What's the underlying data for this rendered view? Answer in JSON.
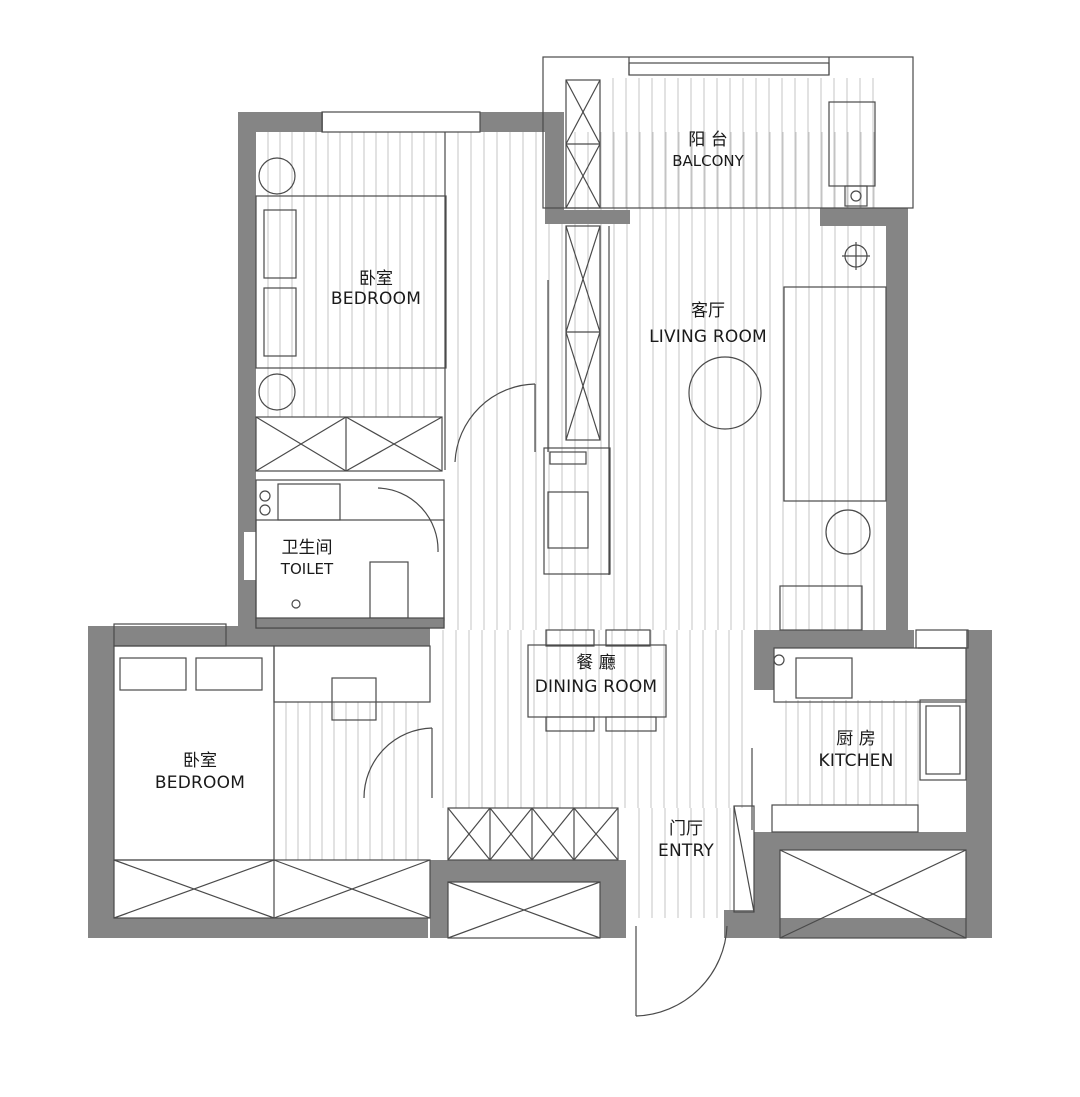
{
  "plan": {
    "rooms": {
      "balcony": {
        "cn": "阳 台",
        "en": "BALCONY"
      },
      "bedroom_top": {
        "cn": "卧室",
        "en": "BEDROOM"
      },
      "living": {
        "cn": "客厅",
        "en": "LIVING ROOM"
      },
      "toilet": {
        "cn": "卫生间",
        "en": "TOILET"
      },
      "dining": {
        "cn": "餐 廳",
        "en": "DINING ROOM"
      },
      "bedroom_bot": {
        "cn": "卧室",
        "en": "BEDROOM"
      },
      "kitchen": {
        "cn": "厨 房",
        "en": "KITCHEN"
      },
      "entry": {
        "cn": "门厅",
        "en": "ENTRY"
      }
    },
    "colors": {
      "wall": "#858585",
      "line": "#4a4a4a",
      "floor_stripe": "#c4c4c4",
      "background": "#ffffff"
    }
  }
}
